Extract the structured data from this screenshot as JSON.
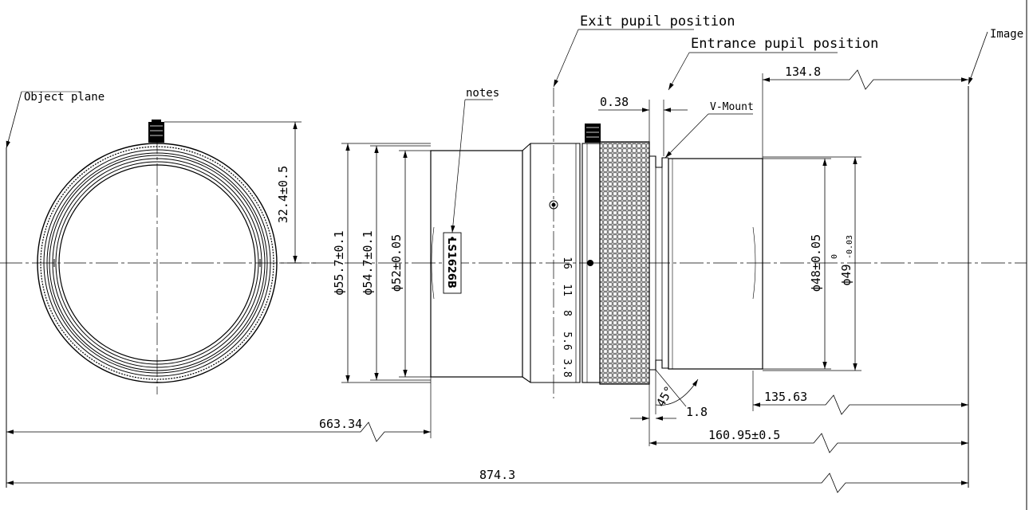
{
  "labels": {
    "exit_pupil": "Exit pupil position",
    "entrance_pupil": "Entrance pupil position",
    "image": "Image",
    "object_plane": "Object plane",
    "notes": "notes",
    "v_mount": "V-Mount",
    "model": "LS1626B"
  },
  "dimensions": {
    "d_134_8": "134.8",
    "d_0_38": "0.38",
    "d_32_4": "32.4±0.5",
    "d_55_7": "ϕ55.7±0.1",
    "d_54_7": "ϕ54.7±0.1",
    "d_52": "ϕ52±0.05",
    "d_48": "ϕ48±0.05",
    "d_49_main": "ϕ49",
    "d_49_sup": "0",
    "d_49_sub": "-0.03",
    "d_45": "45°",
    "d_1_8": "1.8",
    "d_135_63": "135.63",
    "d_160_95": "160.95±0.5",
    "d_663_34": "663.34",
    "d_874_3": "874.3"
  },
  "aperture_scale": [
    "16",
    "11",
    "8",
    "5.6",
    "3.8"
  ]
}
